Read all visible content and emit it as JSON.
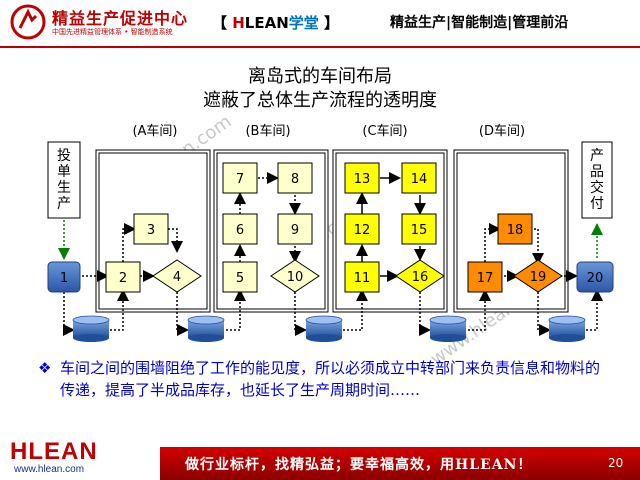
{
  "header": {
    "brand_main": "精益生产促进中心",
    "brand_sub": "中国先进精益管理体系 • 智能制造系统",
    "left_bracket_open": "【 ",
    "lean_h": "H",
    "lean_rest": "LEAN",
    "lean_study": "学堂",
    "left_bracket_close": " 】",
    "right_text": "精益生产|智能制造|管理前沿",
    "brand_color": "#c00000"
  },
  "title": {
    "line1": "离岛式的车间布局",
    "line2": "遮蔽了总体生产流程的透明度"
  },
  "workshops": [
    {
      "label": "(A车间)",
      "color": "#ffffcc"
    },
    {
      "label": "(B车间)",
      "color": "#ffffcc"
    },
    {
      "label": "(C车间)",
      "color": "#ffff00"
    },
    {
      "label": "(D车间)",
      "color": "#ff8c00"
    }
  ],
  "side_labels": {
    "input": "投单生产",
    "output": "产品交付"
  },
  "nodes": {
    "n1": "1",
    "n2": "2",
    "n3": "3",
    "n4": "4",
    "n5": "5",
    "n6": "6",
    "n7": "7",
    "n8": "8",
    "n9": "9",
    "n10": "10",
    "n11": "11",
    "n12": "12",
    "n13": "13",
    "n14": "14",
    "n15": "15",
    "n16": "16",
    "n17": "17",
    "n18": "18",
    "n19": "19",
    "n20": "20"
  },
  "watermark": "www.hlean.com",
  "bullet": {
    "mark": "❖",
    "text": "车间之间的围墙阻绝了工作的能见度，所以必须成立中转部门来负责信息和物料的传递，提高了半成品库存，也延长了生产周期时间……"
  },
  "footer": {
    "logo": "HLEAN",
    "url": "www.hlean.com",
    "slogan": "做行业标杆，找精弘益；要幸福高效，用HLEAN！",
    "page": "20"
  }
}
